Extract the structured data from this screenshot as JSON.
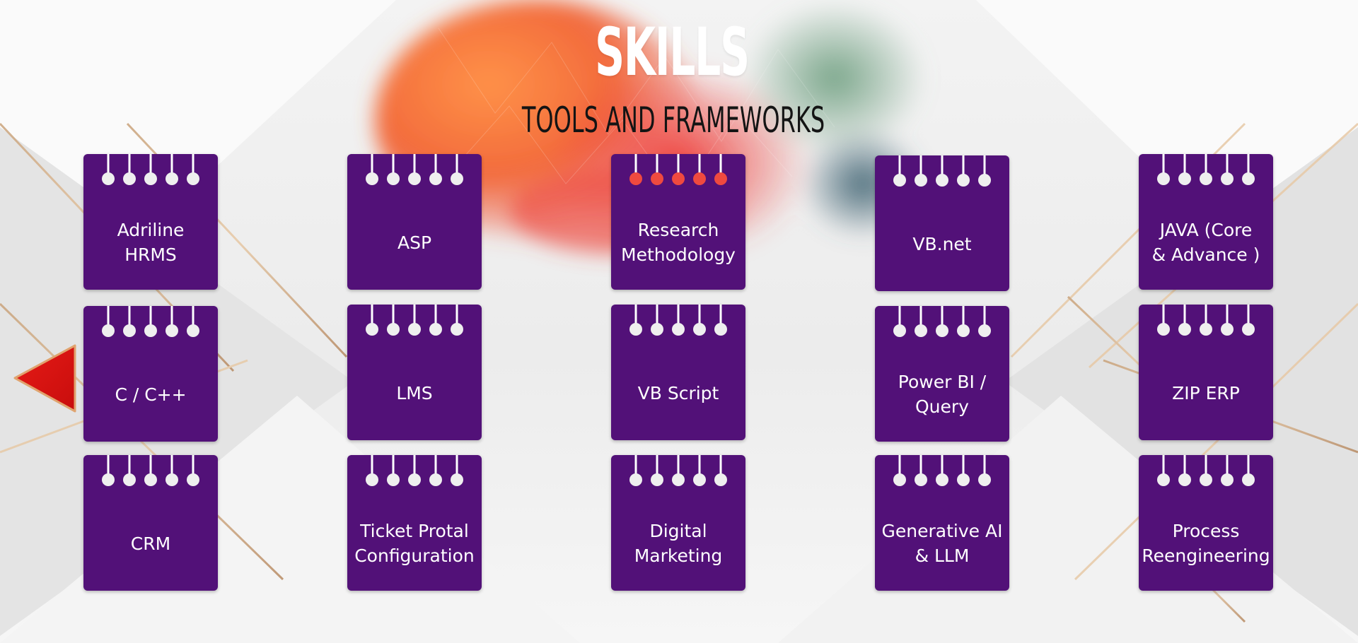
{
  "header": {
    "title": "SKILLS",
    "subtitle": "TOOLS AND FRAMEWORKS"
  },
  "cards": [
    {
      "label": "Adriline\nHRMS"
    },
    {
      "label": "ASP"
    },
    {
      "label": "Research\nMethodology"
    },
    {
      "label": "VB.net"
    },
    {
      "label": "JAVA (Core\n& Advance )"
    },
    {
      "label": "C / C++"
    },
    {
      "label": "LMS"
    },
    {
      "label": "VB Script"
    },
    {
      "label": "Power BI /\nQuery"
    },
    {
      "label": "ZIP ERP"
    },
    {
      "label": "CRM"
    },
    {
      "label": "Ticket Protal\nConfiguration"
    },
    {
      "label": "Digital\nMarketing"
    },
    {
      "label": "Generative AI\n& LLM"
    },
    {
      "label": "Process\nReengineering"
    }
  ],
  "navigation": {
    "previous_icon": "triangle-left-arrow-icon"
  },
  "colors": {
    "card": "#521178",
    "arrow": "#dd1111",
    "title": "#ffffff",
    "subtitle": "#141414"
  }
}
